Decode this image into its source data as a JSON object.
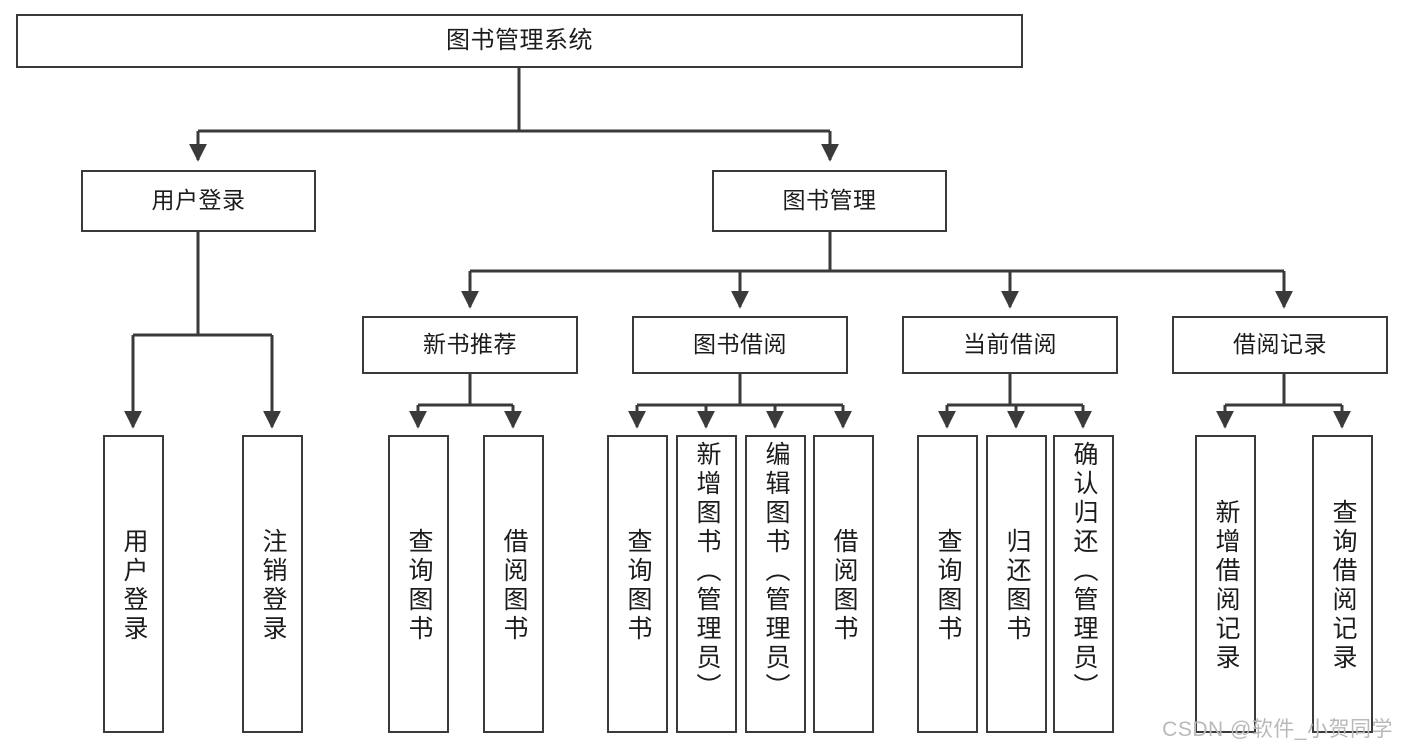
{
  "diagram": {
    "type": "tree-hierarchy",
    "title": "图书管理系统",
    "watermark": "CSDN @软件_小贺同学",
    "colors": {
      "stroke": "#3a3a3a",
      "fill": "#ffffff",
      "text": "#1c1c1c",
      "watermark": "#b9b9b9"
    },
    "root": {
      "label": "图书管理系统"
    },
    "level2": [
      {
        "label": "用户登录"
      },
      {
        "label": "图书管理"
      }
    ],
    "level3": [
      {
        "label": "新书推荐"
      },
      {
        "label": "图书借阅"
      },
      {
        "label": "当前借阅"
      },
      {
        "label": "借阅记录"
      }
    ],
    "leaves": {
      "user_login": [
        {
          "label": "用户登录"
        },
        {
          "label": "注销登录"
        }
      ],
      "new_book_recommend": [
        {
          "label": "查询图书"
        },
        {
          "label": "借阅图书"
        }
      ],
      "book_borrow": [
        {
          "label": "查询图书"
        },
        {
          "label": "新增图书（管理员）"
        },
        {
          "label": "编辑图书（管理员）"
        },
        {
          "label": "借阅图书"
        }
      ],
      "current_borrow": [
        {
          "label": "查询图书"
        },
        {
          "label": "归还图书"
        },
        {
          "label": "确认归还（管理员）"
        }
      ],
      "borrow_record": [
        {
          "label": "新增借阅记录"
        },
        {
          "label": "查询借阅记录"
        }
      ]
    }
  }
}
